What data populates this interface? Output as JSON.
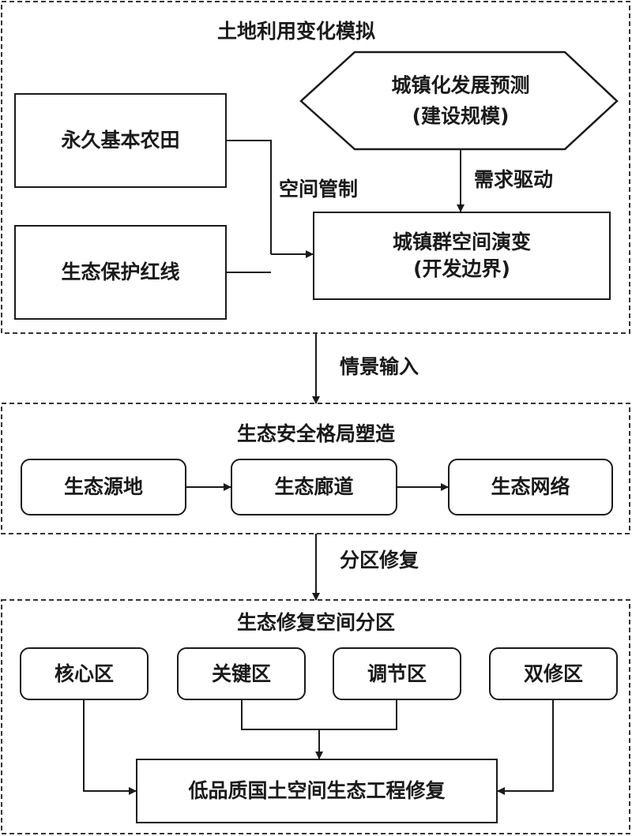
{
  "section1": {
    "title": "土地利用变化模拟",
    "farmland": "永久基本农田",
    "redline": "生态保护红线",
    "spatial_control": "空间管制",
    "prediction_line1": "城镇化发展预测",
    "prediction_line2": "(建设规模)",
    "demand_driven": "需求驱动",
    "evolution_line1": "城镇群空间演变",
    "evolution_line2": "(开发边界)"
  },
  "connector1": "情景输入",
  "section2": {
    "title": "生态安全格局塑造",
    "source": "生态源地",
    "corridor": "生态廊道",
    "network": "生态网络"
  },
  "connector2": "分区修复",
  "section3": {
    "title": "生态修复空间分区",
    "zones": [
      "核心区",
      "关键区",
      "调节区",
      "双修区"
    ],
    "engineering": "低品质国土空间生态工程修复"
  }
}
